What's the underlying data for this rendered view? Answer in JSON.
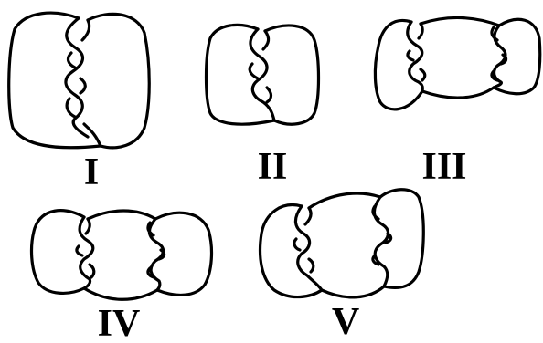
{
  "figure": {
    "background": "#ffffff",
    "ink": "#000000",
    "knots": [
      {
        "label": "I",
        "crossings": 5
      },
      {
        "label": "II",
        "crossings": 3
      },
      {
        "label": "III",
        "crossings": 6
      },
      {
        "label": "IV",
        "crossings": 6
      },
      {
        "label": "V",
        "crossings": 6
      }
    ]
  }
}
